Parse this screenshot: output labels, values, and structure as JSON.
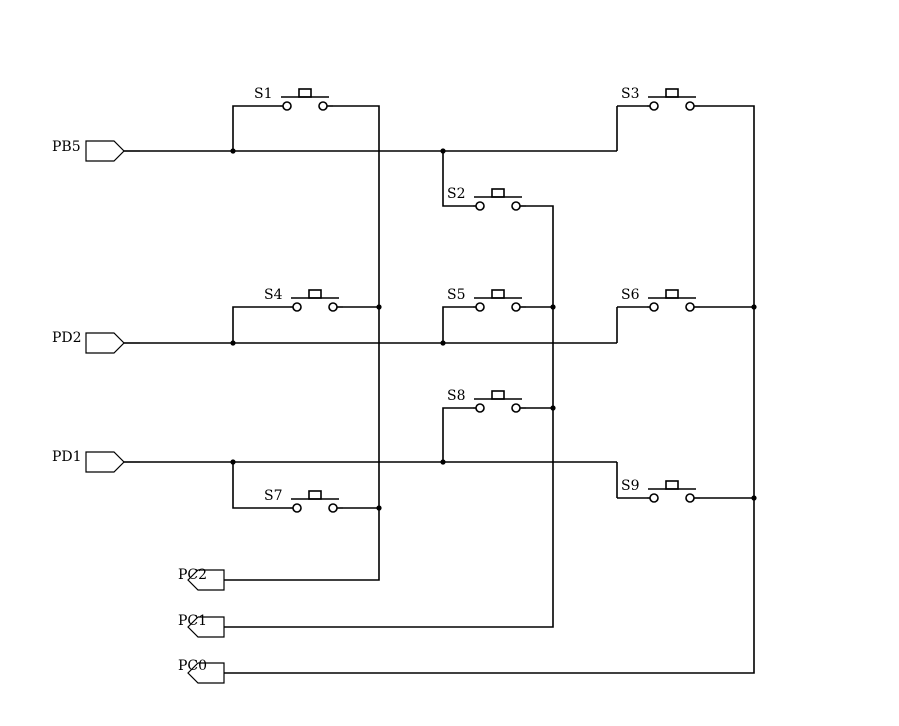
{
  "ports": {
    "pb5": "PB5",
    "pd2": "PD2",
    "pd1": "PD1",
    "pc2": "PC2",
    "pc1": "PC1",
    "pc0": "PC0"
  },
  "switches": [
    "S1",
    "S2",
    "S3",
    "S4",
    "S5",
    "S6",
    "S7",
    "S8",
    "S9"
  ]
}
